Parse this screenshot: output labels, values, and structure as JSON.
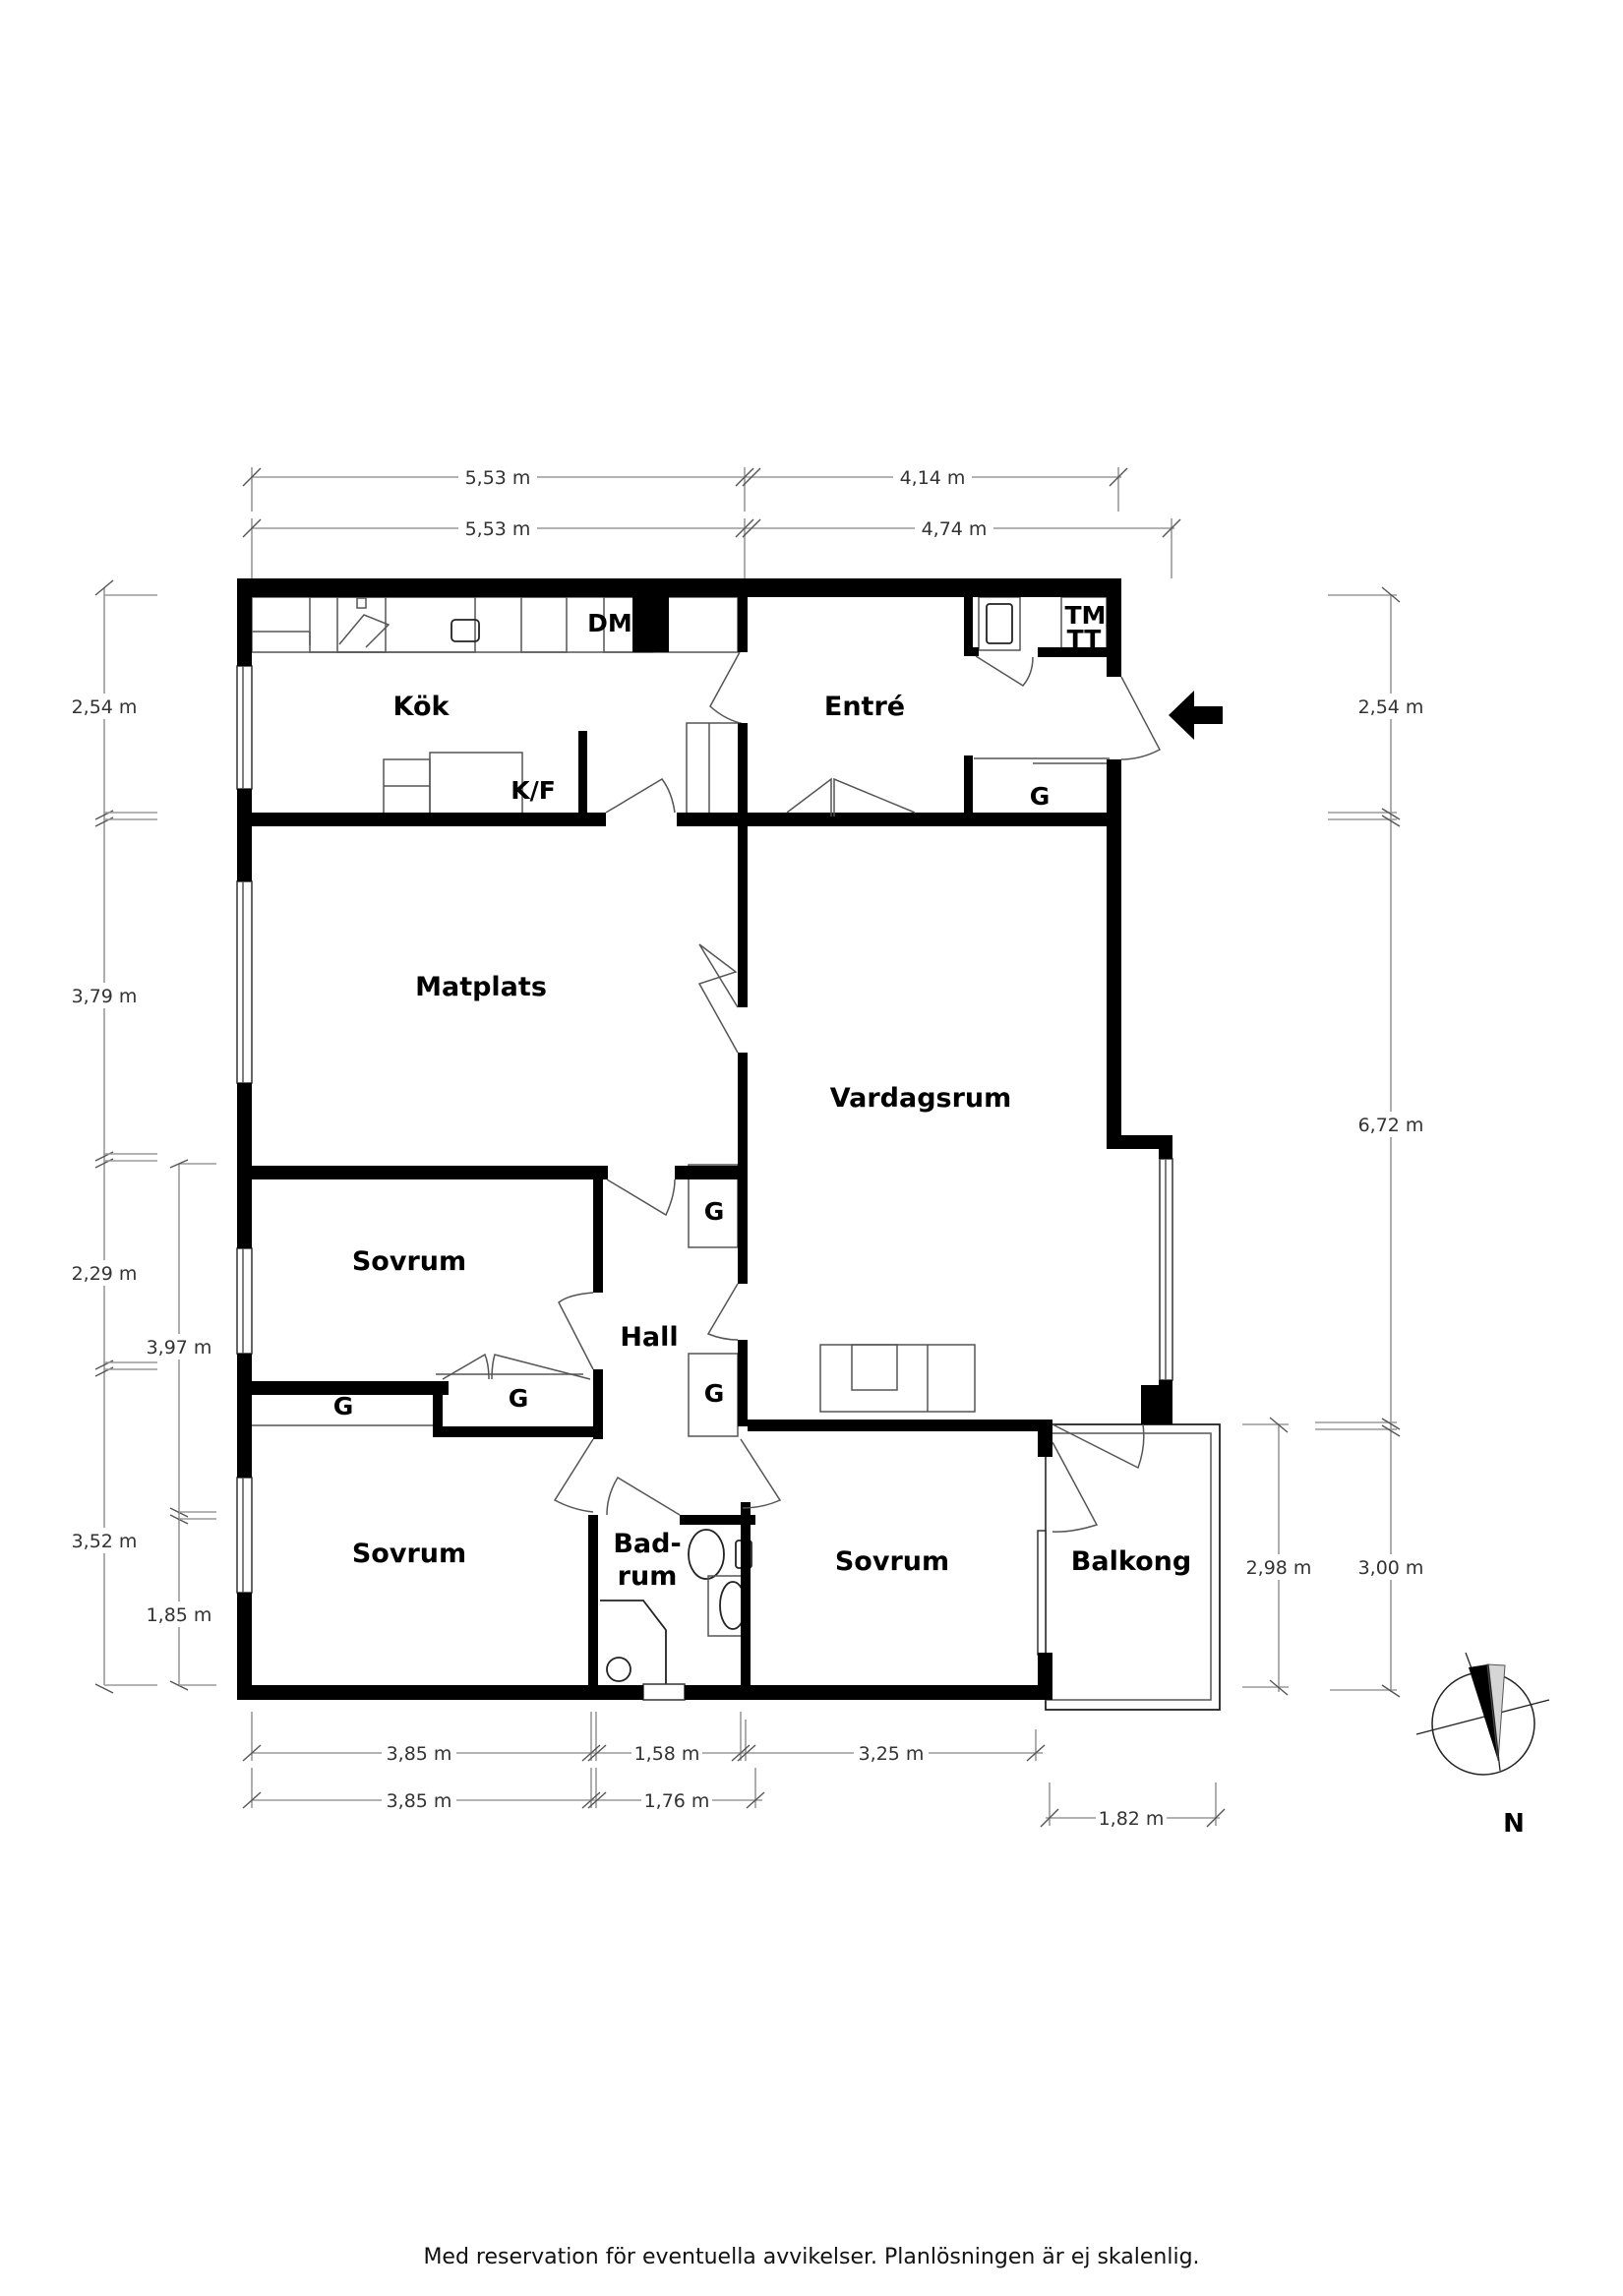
{
  "rooms": {
    "kok": "Kök",
    "entre": "Entré",
    "matplats": "Matplats",
    "vardagsrum": "Vardagsrum",
    "sovrum_1": "Sovrum",
    "hall": "Hall",
    "sovrum_2": "Sovrum",
    "badrum_line1": "Bad-",
    "badrum_line2": "rum",
    "sovrum_3": "Sovrum",
    "balkong": "Balkong"
  },
  "fixtures": {
    "dm": "DM",
    "kf": "K/F",
    "tmtt_line1": "TM/",
    "tmtt_line2": "TT",
    "closet": "G"
  },
  "dimensions": {
    "top": [
      "5,53 m",
      "4,14 m"
    ],
    "top_outer": [
      "5,53 m",
      "4,74 m"
    ],
    "left_outer": [
      "2,54 m",
      "3,79 m",
      "2,29 m",
      "3,52 m"
    ],
    "left_inner": [
      "3,97 m",
      "1,85 m"
    ],
    "right_outer": [
      "2,54 m",
      "6,72 m",
      "3,00 m"
    ],
    "right_balcony": "2,98 m",
    "bottom_inner": [
      "3,85 m",
      "1,58 m",
      "3,25 m"
    ],
    "bottom_outer": [
      "3,85 m",
      "1,76 m"
    ],
    "bottom_balcony": "1,82 m"
  },
  "compass": {
    "label": "N"
  },
  "footer": {
    "disclaimer": "Med reservation för eventuella avvikelser. Planlösningen är ej skalenlig."
  }
}
